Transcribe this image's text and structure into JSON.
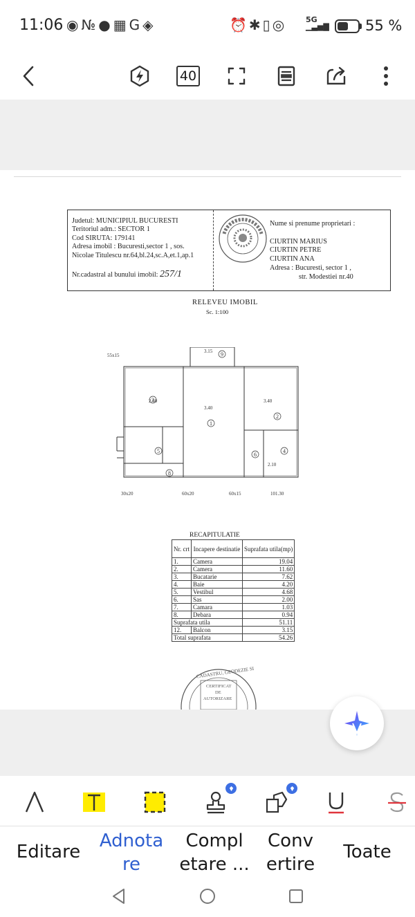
{
  "status_bar": {
    "time": "11:06",
    "left_icons": [
      "eye-icon",
      "nfc-icon",
      "chat-icon",
      "calendar-icon",
      "google-icon",
      "pay-icon"
    ],
    "right_icons": [
      "alarm-icon",
      "bluetooth-icon",
      "vibrate-icon",
      "hotspot-icon",
      "signal-icon"
    ],
    "network": "5G",
    "battery_level": 0.55,
    "battery_text": "55 %"
  },
  "toolbar": {
    "back": "back-icon",
    "ai": "ai-bolt-icon",
    "page_count": "40",
    "fullscreen": "fullscreen-icon",
    "reader": "reader-mode-icon",
    "share": "share-icon",
    "more": "more-icon"
  },
  "document": {
    "header": {
      "left_lines": [
        "Judetul: MUNICIPIUL BUCURESTI",
        "Teritoriul adm.: SECTOR 1",
        "Cod SIRUTA: 179141",
        "Adresa imobil : Bucuresti,sector 1 , sos.",
        "Nicolae Titulescu nr.64,bl.24,sc.A,et.1,ap.1"
      ],
      "cad_label": "Nr.cadastral al bunului imobil:",
      "cad_value": "257/1",
      "owner_label": "Nume si prenume proprietari :",
      "owners": [
        "CIURTIN MARIUS",
        "CIURTIN PETRE",
        "CIURTIN ANA"
      ],
      "address_lines": [
        "Adresa : Bucuresti, sector 1 ,",
        "str. Modestiei nr.40"
      ]
    },
    "title": "RELEVEU IMOBIL",
    "scale": "Sc. 1:100",
    "recap": {
      "title": "RECAPITULATIE",
      "headers": [
        "Nr. crt",
        "Incapere destinatie",
        "Suprafata utila(mp)"
      ],
      "rows": [
        {
          "nr": "1.",
          "name": "Camera",
          "area": "19.04"
        },
        {
          "nr": "2.",
          "name": "Camera",
          "area": "11.60"
        },
        {
          "nr": "3.",
          "name": "Bucatarie",
          "area": "7.62"
        },
        {
          "nr": "4.",
          "name": "Baie",
          "area": "4.20"
        },
        {
          "nr": "5.",
          "name": "Vestibul",
          "area": "4.68"
        },
        {
          "nr": "6.",
          "name": "Sas",
          "area": "2.00"
        },
        {
          "nr": "7.",
          "name": "Camara",
          "area": "1.03"
        },
        {
          "nr": "8.",
          "name": "Debara",
          "area": "0.94"
        }
      ],
      "useful_label": "Suprafata utila",
      "useful_value": "51.11",
      "balcony_nr": "12.",
      "balcony_label": "Balcon",
      "balcony_value": "3.15",
      "total_label": "Total suprafata",
      "total_value": "54.26"
    },
    "stamp": {
      "ring": "CADASTRU, GEODEZIE SI",
      "lines": [
        "CERTIFICAT",
        "DE",
        "AUTORIZARE"
      ]
    }
  },
  "bottom_tools": {
    "items": [
      "edit-text-icon",
      "highlight-icon",
      "area-select-icon",
      "stamp-icon",
      "shapes-icon",
      "underline-icon",
      "strikethrough-icon"
    ]
  },
  "tabs": [
    {
      "label_line1": "Editare",
      "label_line2": ""
    },
    {
      "label_line1": "Adnota",
      "label_line2": "re"
    },
    {
      "label_line1": "Compl",
      "label_line2": "etare ..."
    },
    {
      "label_line1": "Conv",
      "label_line2": "ertire"
    },
    {
      "label_line1": "Toate",
      "label_line2": ""
    }
  ],
  "colors": {
    "accent": "#2f5fd0",
    "highlight": "#ffec00",
    "pro_badge": "#3d6fe3",
    "viewer_bg": "#efefef"
  }
}
